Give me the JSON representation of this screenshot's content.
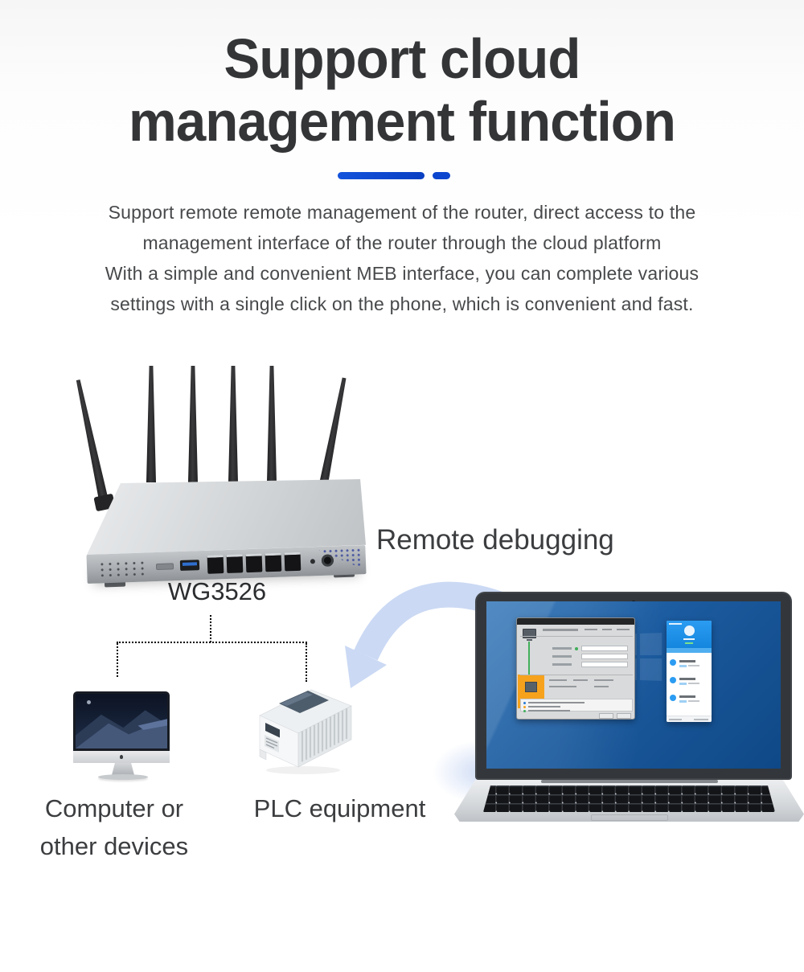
{
  "header": {
    "title_line1": "Support cloud",
    "title_line2": "management function",
    "description_lines": [
      "Support remote remote management of the router, direct access to the",
      "management interface of the router through the cloud platform",
      "With a simple and convenient MEB interface, you can complete various",
      "settings with a single click on the phone, which is convenient and fast."
    ]
  },
  "scene": {
    "router_model": "WG3526",
    "remote_debugging_label": "Remote debugging",
    "computer_label_line1": "Computer or",
    "computer_label_line2": "other devices",
    "plc_label": "PLC equipment"
  },
  "colors": {
    "accent_blue": "#0d4cd3",
    "connector_blue": "#6aa2d8",
    "arrow_blue": "#cbd9f4",
    "title_text": "#333537",
    "body_text": "#47494b",
    "windows_blue": "#1b5a9e",
    "highlight_orange": "#f6a21d"
  }
}
